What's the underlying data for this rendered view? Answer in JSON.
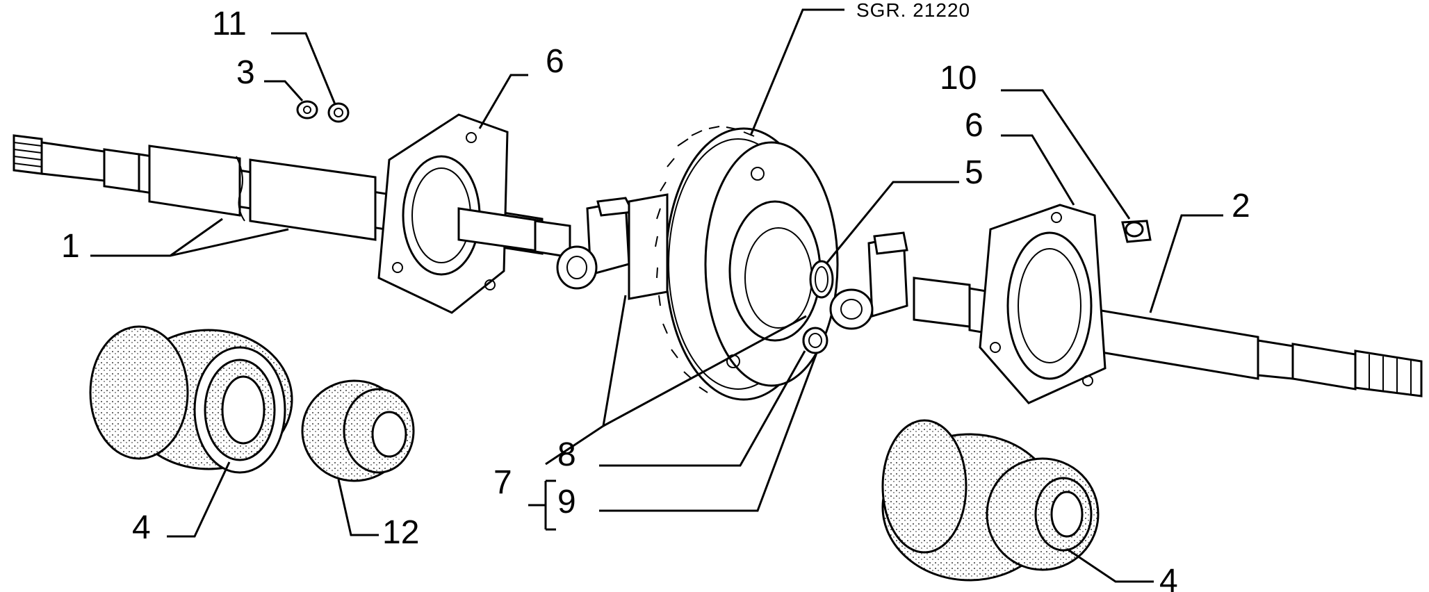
{
  "drawing_ref": "SGR. 21220",
  "callouts": {
    "c1": "1",
    "c2": "2",
    "c3": "3",
    "c4_left": "4",
    "c4_right": "4",
    "c5": "5",
    "c6_left": "6",
    "c6_right": "6",
    "c7": "7",
    "c8": "8",
    "c9": "9",
    "c10": "10",
    "c11": "11",
    "c12": "12"
  }
}
